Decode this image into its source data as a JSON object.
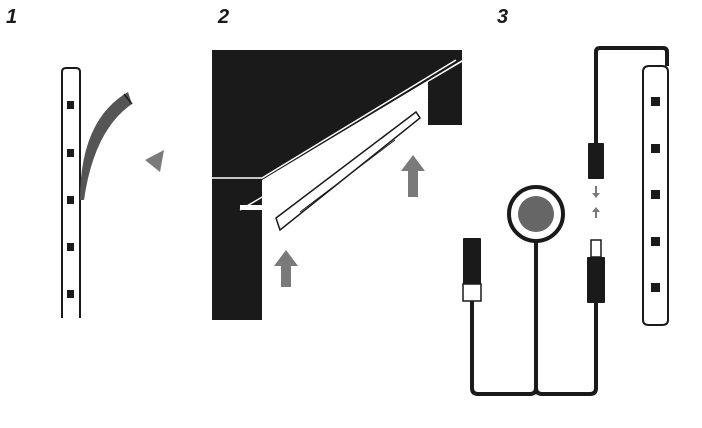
{
  "steps": [
    {
      "number": "1"
    },
    {
      "number": "2"
    },
    {
      "number": "3"
    }
  ],
  "colors": {
    "ink": "#1a1a1a",
    "grey_arrow": "#7a7a7a",
    "grey_tape": "#555555",
    "led_strip_fill": "#ffffff",
    "button_fill": "#666666"
  },
  "icons": [
    "peel-arrow-icon",
    "up-arrow-icon",
    "connect-arrows-icon",
    "button-switch-icon"
  ]
}
